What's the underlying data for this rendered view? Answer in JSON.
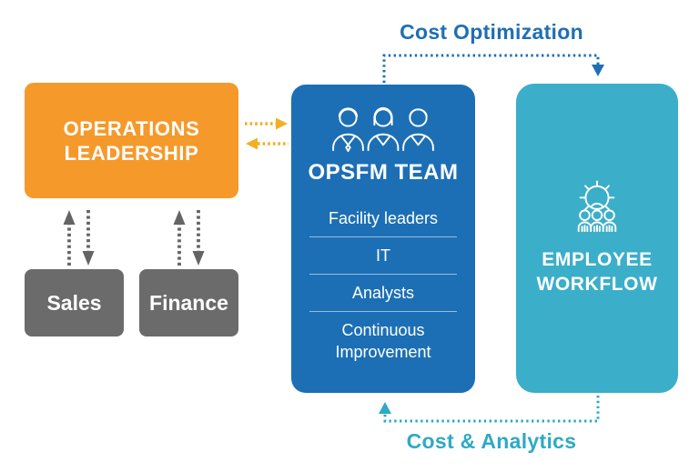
{
  "diagram": {
    "top_flow_label": "Cost Optimization",
    "bottom_flow_label": "Cost & Analytics",
    "operations": {
      "title": "OPERATIONS LEADERSHIP"
    },
    "departments": [
      {
        "label": "Sales"
      },
      {
        "label": "Finance"
      }
    ],
    "team": {
      "title": "OPSFM TEAM",
      "members": [
        "Facility leaders",
        "IT",
        "Analysts",
        "Continuous Improvement"
      ]
    },
    "workflow": {
      "title": "EMPLOYEE WORKFLOW"
    },
    "icons": {
      "team": "team-people-icon",
      "workflow": "workflow-gear-icon"
    },
    "colors": {
      "orange": "#F5992B",
      "blue": "#1C6FB4",
      "teal": "#3BAEC9",
      "gray": "#6B6B6B",
      "gold": "#F2AF25",
      "blue_text": "#1E6FB4",
      "teal_text": "#2FA9C4",
      "arrow_gray": "#646464"
    }
  }
}
